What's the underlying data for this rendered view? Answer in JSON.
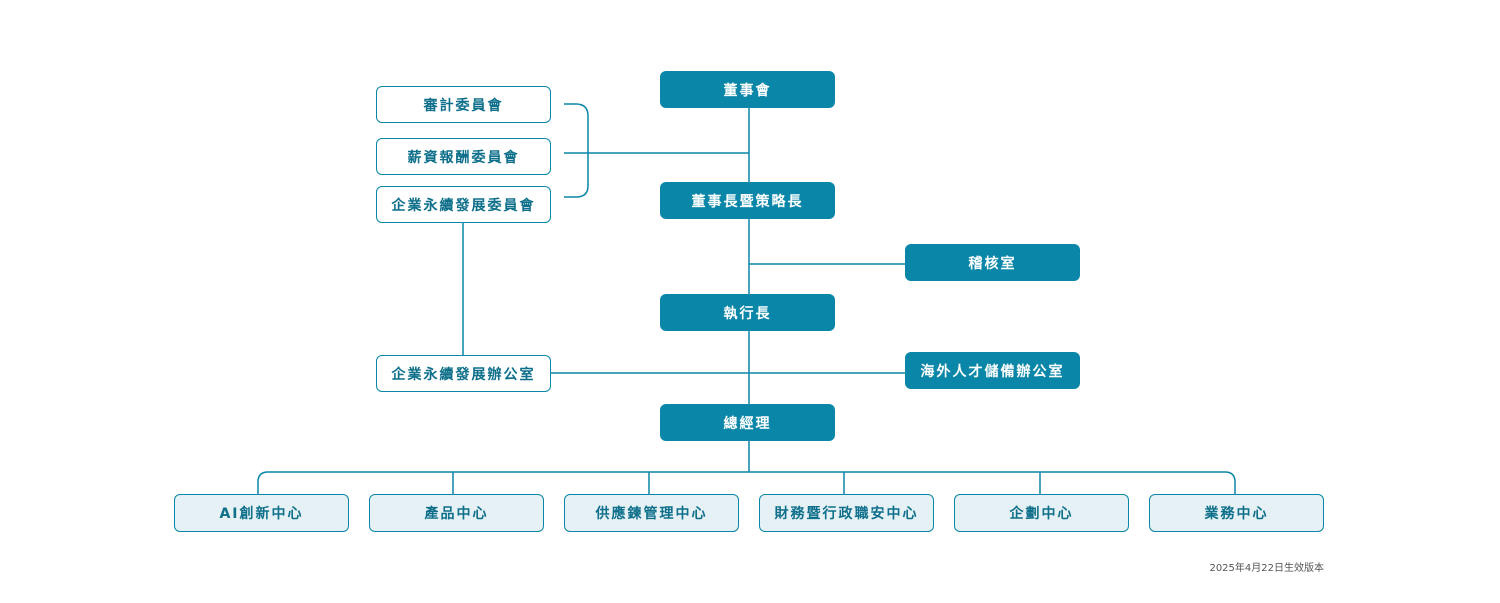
{
  "colors": {
    "primary": "#0a86a8",
    "text_outline": "#0e6f8b",
    "light_fill": "#e6f1f5"
  },
  "board": "董事會",
  "committees": [
    "審計委員會",
    "薪資報酬委員會",
    "企業永續發展委員會"
  ],
  "chairman": "董事長暨策略長",
  "audit": "稽核室",
  "ceo": "執行長",
  "sustainability_office": "企業永續發展辦公室",
  "overseas_office": "海外人才儲備辦公室",
  "gm": "總經理",
  "centers": [
    "AI創新中心",
    "產品中心",
    "供應鍊管理中心",
    "財務暨行政職安中心",
    "企劃中心",
    "業務中心"
  ],
  "footer": "2025年4月22日生效版本"
}
